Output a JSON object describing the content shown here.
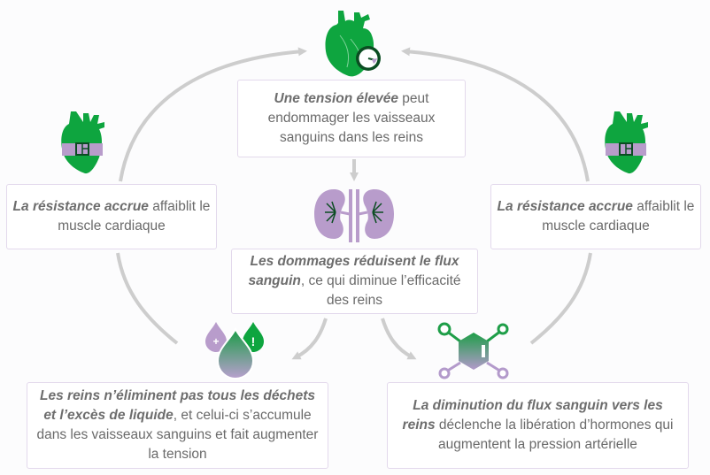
{
  "colors": {
    "green": "#0ea53f",
    "dark_green": "#0b4d22",
    "purple": "#b89ccb",
    "arrow_gray": "#cdcdcd",
    "text": "#6a6a6a",
    "box_border": "#e3d9ec"
  },
  "nodes": {
    "top": {
      "icon": "heart-gauge-icon",
      "emphasis": "Une tension élevée",
      "text": " peut endommager les vaisseaux sanguins dans les reins"
    },
    "left": {
      "icon": "heart-belt-icon",
      "emphasis": "La résistance accrue",
      "text": " affaiblit le muscle cardiaque"
    },
    "right": {
      "icon": "heart-belt-icon",
      "emphasis": "La résistance accrue",
      "text": " affaiblit le muscle cardiaque"
    },
    "center": {
      "icon": "kidneys-icon",
      "emphasis": "Les dommages réduisent le flux sanguin",
      "text": ", ce qui diminue l’efficacité des reins"
    },
    "bottom_left": {
      "icon": "droplets-icon",
      "emphasis": "Les reins n’éliminent pas tous les déchets et l’excès de liquide",
      "text": ", et celui-ci s’accumule dans les vaisseaux sanguins et fait augmenter la tension",
      "drop_symbols": [
        "+",
        "!"
      ]
    },
    "bottom_right": {
      "icon": "hormone-molecule-icon",
      "emphasis": "La diminution du flux sanguin vers les reins",
      "text": " déclenche la libération d’hormones qui augmentent la pression artérielle"
    }
  }
}
